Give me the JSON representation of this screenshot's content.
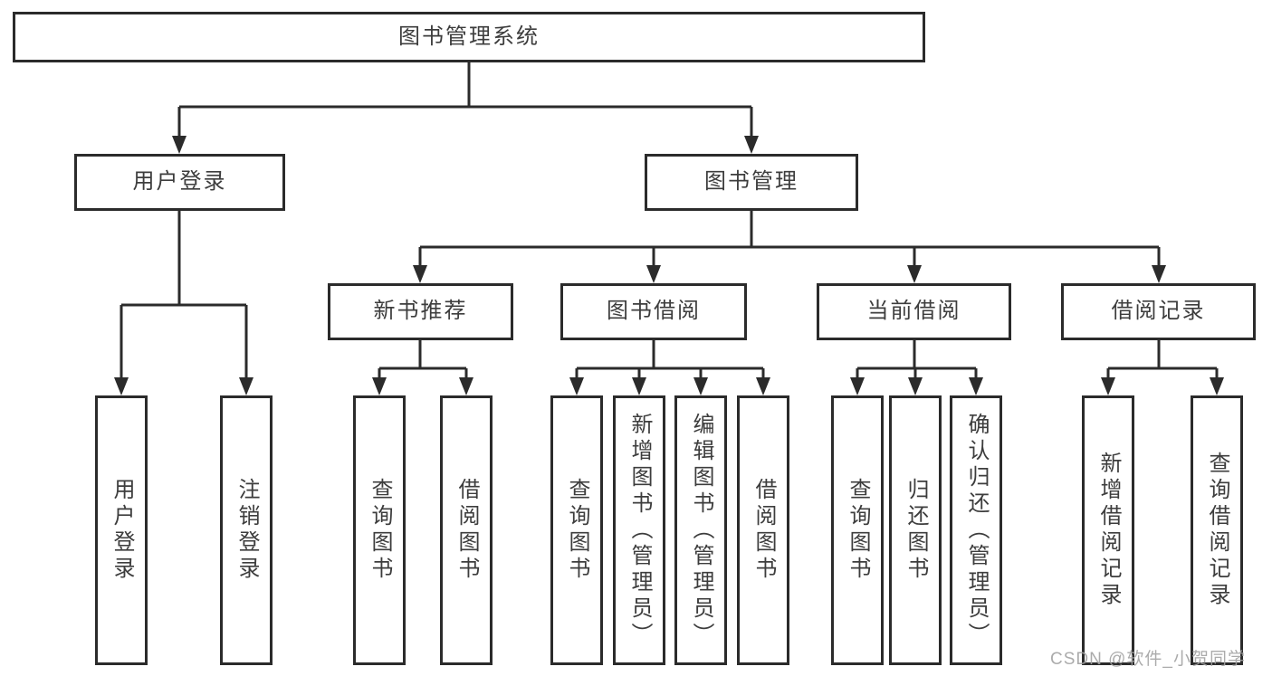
{
  "title": {
    "label": "图书管理系统"
  },
  "level2": [
    {
      "label": "用户登录"
    },
    {
      "label": "图书管理"
    }
  ],
  "level3": [
    {
      "label": "新书推荐"
    },
    {
      "label": "图书借阅"
    },
    {
      "label": "当前借阅"
    },
    {
      "label": "借阅记录"
    }
  ],
  "leaves": {
    "user_login": [
      {
        "label": "用户登录"
      },
      {
        "label": "注销登录"
      }
    ],
    "new_books": [
      {
        "label": "查询图书"
      },
      {
        "label": "借阅图书"
      }
    ],
    "borrowing": [
      {
        "label": "查询图书"
      },
      {
        "label": "新增图书（管理员）"
      },
      {
        "label": "编辑图书（管理员）"
      },
      {
        "label": "借阅图书"
      }
    ],
    "current_borrowing": [
      {
        "label": "查询图书"
      },
      {
        "label": "归还图书"
      },
      {
        "label": "确认归还（管理员）"
      }
    ],
    "records": [
      {
        "label": "新增借阅记录"
      },
      {
        "label": "查询借阅记录"
      }
    ]
  },
  "watermark": {
    "label": "CSDN @软件_小贺同学"
  },
  "colors": {
    "line": "#2b2b2b",
    "text": "#3d3d3d",
    "watermark": "#a3a3a3",
    "background": "#ffffff"
  }
}
